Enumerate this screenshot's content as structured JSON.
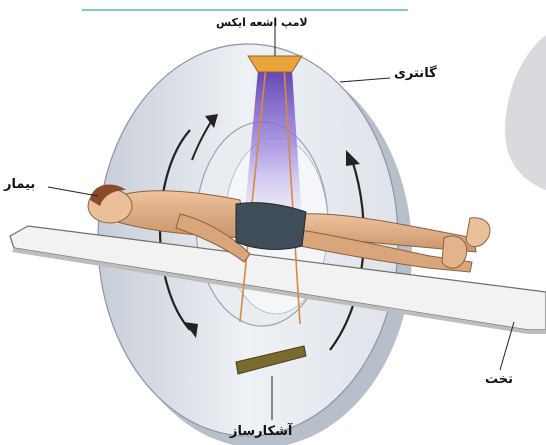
{
  "labels": {
    "xray_tube": "لامپ اشعه ایکس",
    "gantry": "گانتری",
    "patient": "بیمار",
    "table": "تخت",
    "detector": "آشکارساز"
  },
  "colors": {
    "gantry_face": "#e6e9ef",
    "gantry_shadow": "#b9c0cc",
    "table": "#eeeeee",
    "tube": "#e8a33c",
    "beam": "#7b5bd6",
    "ray_lines": "#d98a3a",
    "detector": "#7a6a2e",
    "skin": "#e2b48c",
    "shorts": "#3f4d58",
    "hair": "#8a4b2a"
  }
}
